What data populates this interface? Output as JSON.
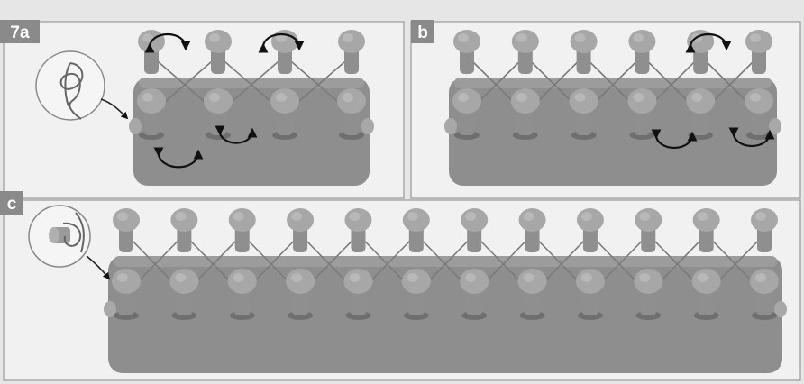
{
  "panels": [
    {
      "id": "a",
      "label": "7a"
    },
    {
      "id": "b",
      "label": "b"
    },
    {
      "id": "c",
      "label": "c"
    }
  ],
  "colors": {
    "loom": "#8e8e8e",
    "peg": "#a7a7a7",
    "badge": "#8a8a8a",
    "arrow": "#111111"
  },
  "icons": [
    "knot-detail-icon",
    "slipknot-detail-icon",
    "rotate-arrow-icon"
  ]
}
